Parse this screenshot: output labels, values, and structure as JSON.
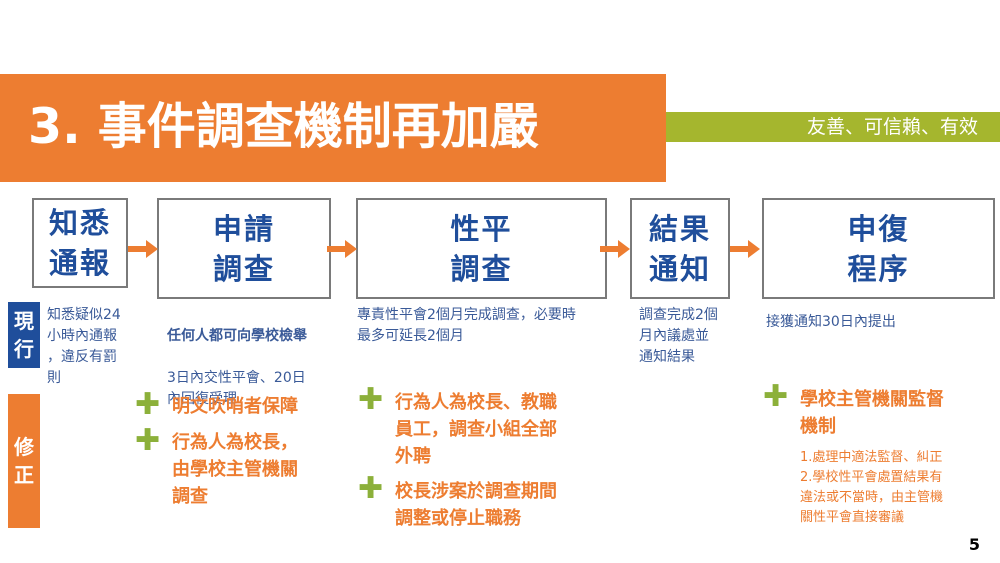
{
  "title": "3. 事件調查機制再加嚴",
  "tagline": "友善、可信賴、有效",
  "steps": [
    {
      "label": "知悉\n通報"
    },
    {
      "label": "申請\n調查"
    },
    {
      "label": "性平\n調查"
    },
    {
      "label": "結果\n通知"
    },
    {
      "label": "申復\n程序"
    }
  ],
  "current": {
    "side_label": "現\n行",
    "items": [
      {
        "text": "知悉疑似24\n小時內通報\n，違反有罰\n則"
      },
      {
        "bold": "任何人都可向學校檢舉",
        "text": "3日內交性平會、20日\n內回復受理"
      },
      {
        "text": "專責性平會2個月完成調查，必要時\n最多可延長2個月"
      },
      {
        "text": "調查完成2個\n月內議處並\n通知結果"
      },
      {
        "text": "接獲通知30日內提出"
      }
    ]
  },
  "revision": {
    "side_label": "修\n正",
    "col1": [
      "明文吹哨者保障",
      "行為人為校長，\n由學校主管機關\n調查"
    ],
    "col2": [
      "行為人為校長、教職\n員工，調查小組全部\n外聘",
      "校長涉案於調查期間\n調整或停止職務"
    ],
    "col3": [
      "學校主管機關監督\n機制"
    ],
    "col3_notes": "1.處理中適法監督、糾正\n2.學校性平會處置結果有\n違法或不當時，由主管機\n關性平會直接審議"
  },
  "page_number": "5",
  "colors": {
    "orange": "#ED7D31",
    "green": "#A5B62E",
    "blue": "#1F4E9B",
    "grey": "#7A7A7A"
  }
}
